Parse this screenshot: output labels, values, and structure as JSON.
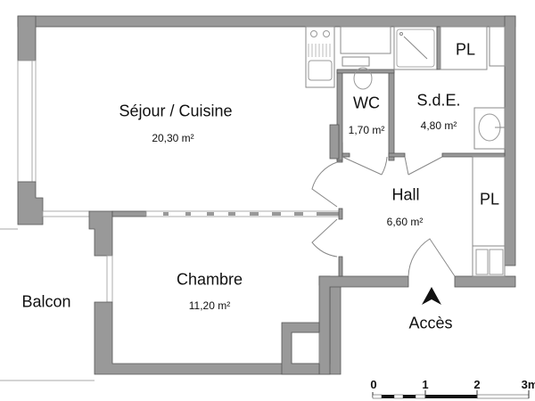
{
  "plan": {
    "rooms": [
      {
        "name": "Séjour / Cuisine",
        "area": "20,30 m²"
      },
      {
        "name": "WC",
        "area": "1,70 m²"
      },
      {
        "name": "S.d.E.",
        "area": "4,80 m²"
      },
      {
        "name": "Hall",
        "area": "6,60 m²"
      },
      {
        "name": "Chambre",
        "area": "11,20 m²"
      },
      {
        "name": "Balcon"
      }
    ],
    "closets": [
      "PL",
      "PL"
    ],
    "entrance": {
      "label": "Accès",
      "icon": "arrow-up-icon"
    },
    "scale_bar": {
      "ticks": [
        "0",
        "1",
        "2",
        "3m"
      ]
    },
    "colors": {
      "wall": "#999999",
      "background": "#ffffff",
      "text": "#111111"
    }
  }
}
